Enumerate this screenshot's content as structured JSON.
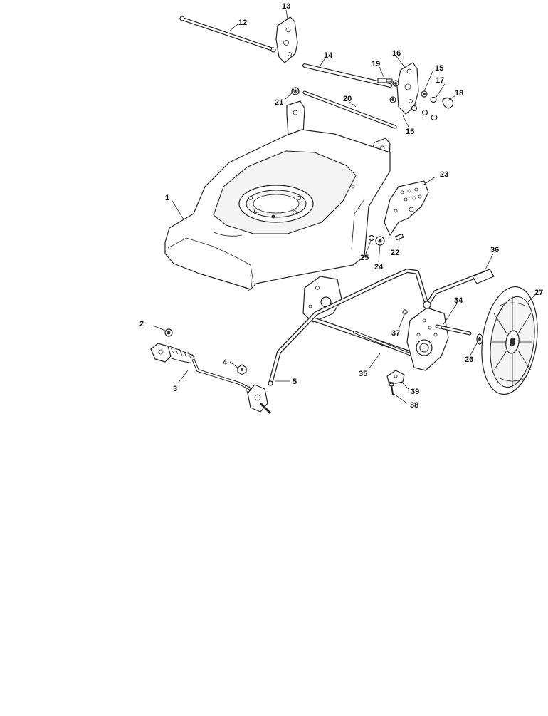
{
  "labels": {
    "l1": "1",
    "l2": "2",
    "l3": "3",
    "l4": "4",
    "l5": "5",
    "l12": "12",
    "l13": "13",
    "l14": "14",
    "l15a": "15",
    "l15b": "15",
    "l16": "16",
    "l17": "17",
    "l18": "18",
    "l19": "19",
    "l20": "20",
    "l21": "21",
    "l22": "22",
    "l23": "23",
    "l24": "24",
    "l25": "25",
    "l26": "26",
    "l27": "27",
    "l34": "34",
    "l35": "35",
    "l36": "36",
    "l37": "37",
    "l38": "38",
    "l39": "39"
  }
}
